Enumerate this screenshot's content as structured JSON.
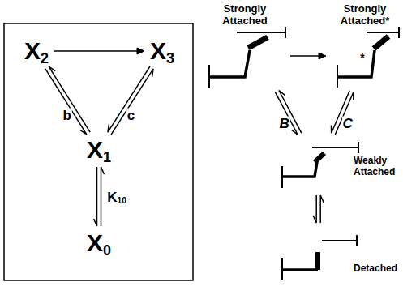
{
  "diagram": {
    "nodes": [
      {
        "text": [
          "X2"
        ]
      },
      {
        "text": [
          "X3"
        ]
      },
      {
        "text": [
          "X1"
        ]
      },
      {
        "text": [
          "X0"
        ]
      },
      {
        "text": [
          "Strongly Attached"
        ]
      },
      {
        "text": [
          "Strongly Attached*"
        ]
      },
      {
        "text": [
          "Weakly Attached"
        ]
      },
      {
        "text": [
          "Detached"
        ]
      }
    ],
    "edges": [
      {
        "from": 0,
        "to": 1,
        "arrow": "to"
      },
      {
        "from": 0,
        "to": 2,
        "label": "b",
        "arrow": "both"
      },
      {
        "from": 1,
        "to": 2,
        "label": "c",
        "arrow": "both"
      },
      {
        "from": 2,
        "to": 3,
        "label": "K10",
        "arrow": "both"
      },
      {
        "from": 4,
        "to": 5,
        "arrow": "to"
      },
      {
        "from": 4,
        "to": 6,
        "label": "B",
        "arrow": "both"
      },
      {
        "from": 5,
        "to": 6,
        "label": "C",
        "arrow": "both"
      },
      {
        "from": 6,
        "to": 7,
        "arrow": "both"
      }
    ],
    "labels": [
      "*"
    ]
  }
}
